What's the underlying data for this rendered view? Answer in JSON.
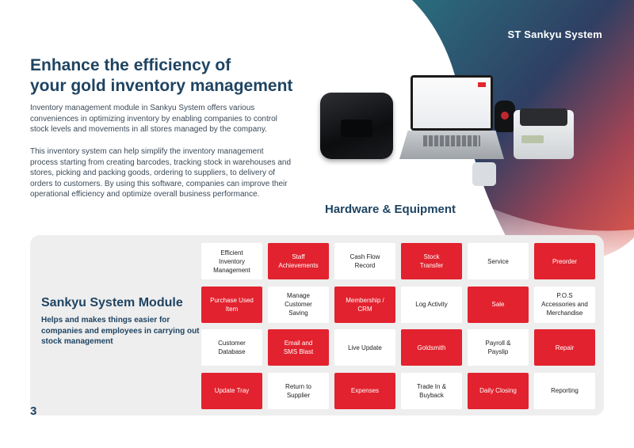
{
  "brand": "ST Sankyu System",
  "headline_line1": "Enhance the efficiency of",
  "headline_line2": "your gold inventory management",
  "paragraph1": "Inventory management module in Sankyu System offers various conveniences in optimizing inventory by enabling companies to control stock levels and movements in all stores managed by the company.",
  "paragraph2": "This inventory system can help simplify the inventory management process starting from creating barcodes, tracking stock in warehouses and stores, picking and packing goods, ordering to suppliers, to delivery of orders to customers. By using this software, companies can improve their operational efficiency and optimize overall business performance.",
  "hardware_caption": "Hardware & Equipment",
  "module": {
    "title": "Sankyu System Module",
    "subtitle": "Helps and makes things easier for companies and employees in carrying out stock management",
    "items": [
      {
        "label": "Efficient\nInventory\nManagement",
        "style": "white"
      },
      {
        "label": "Staff\nAchievements",
        "style": "red"
      },
      {
        "label": "Cash Flow\nRecord",
        "style": "white"
      },
      {
        "label": "Stock\nTransfer",
        "style": "red"
      },
      {
        "label": "Service",
        "style": "white"
      },
      {
        "label": "Preorder",
        "style": "red"
      },
      {
        "label": "Purchase Used\nItem",
        "style": "red"
      },
      {
        "label": "Manage\nCustomer\nSaving",
        "style": "white"
      },
      {
        "label": "Membership /\nCRM",
        "style": "red"
      },
      {
        "label": "Log Activity",
        "style": "white"
      },
      {
        "label": "Sale",
        "style": "red"
      },
      {
        "label": "P.O.S\nAccessories and\nMerchandise",
        "style": "white"
      },
      {
        "label": "Customer\nDatabase",
        "style": "white"
      },
      {
        "label": "Email and\nSMS Blast",
        "style": "red"
      },
      {
        "label": "Live Update",
        "style": "white"
      },
      {
        "label": "Goldsmith",
        "style": "red"
      },
      {
        "label": "Payroll &\nPayslip",
        "style": "white"
      },
      {
        "label": "Repair",
        "style": "red"
      },
      {
        "label": "Update Tray",
        "style": "red"
      },
      {
        "label": "Return to\nSupplier",
        "style": "white"
      },
      {
        "label": "Expenses",
        "style": "red"
      },
      {
        "label": "Trade In &\nBuyback",
        "style": "white"
      },
      {
        "label": "Daily Closing",
        "style": "red"
      },
      {
        "label": "Reporting",
        "style": "white"
      }
    ]
  },
  "page_number": "3",
  "colors": {
    "accent_red": "#e2222e",
    "navy": "#1f4462",
    "panel_gray": "#eeeeee"
  }
}
